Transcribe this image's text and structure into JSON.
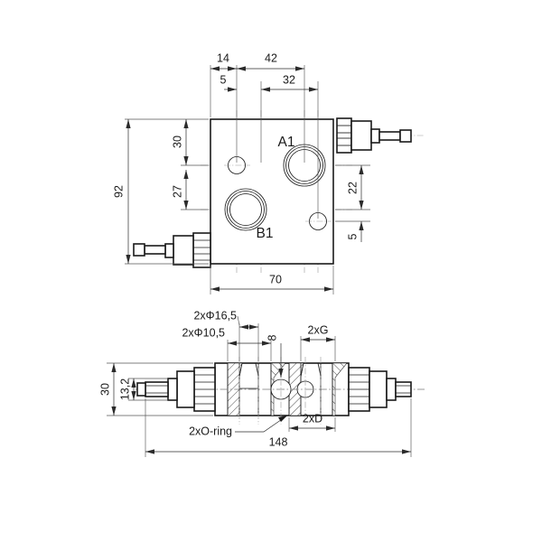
{
  "drawing": {
    "title": "Hydraulic valve block technical drawing",
    "views": [
      {
        "name": "top-view",
        "label": ""
      },
      {
        "name": "section-view",
        "label": ""
      }
    ],
    "line_color": "#1a1a1a",
    "background_color": "#ffffff"
  },
  "top_view": {
    "ports": [
      {
        "name": "port-a1",
        "label": "A1"
      },
      {
        "name": "port-b1",
        "label": "B1"
      }
    ],
    "dimensions": {
      "height_overall": "92",
      "width_overall": "70",
      "h_14": "14",
      "h_42": "42",
      "h_5": "5",
      "h_32": "32",
      "v_30": "30",
      "v_27": "27",
      "v_22": "22",
      "v_5": "5"
    }
  },
  "section_view": {
    "dimensions": {
      "bore_16_5": "2xΦ16,5",
      "bore_10_5": "2xΦ10,5",
      "depth_8": "8",
      "thread_g": "2xG",
      "dim_d": "2xD",
      "height_30": "30",
      "height_13_2": "13,2",
      "length_148": "148"
    },
    "annotations": {
      "o_ring": "2xO-ring"
    }
  }
}
